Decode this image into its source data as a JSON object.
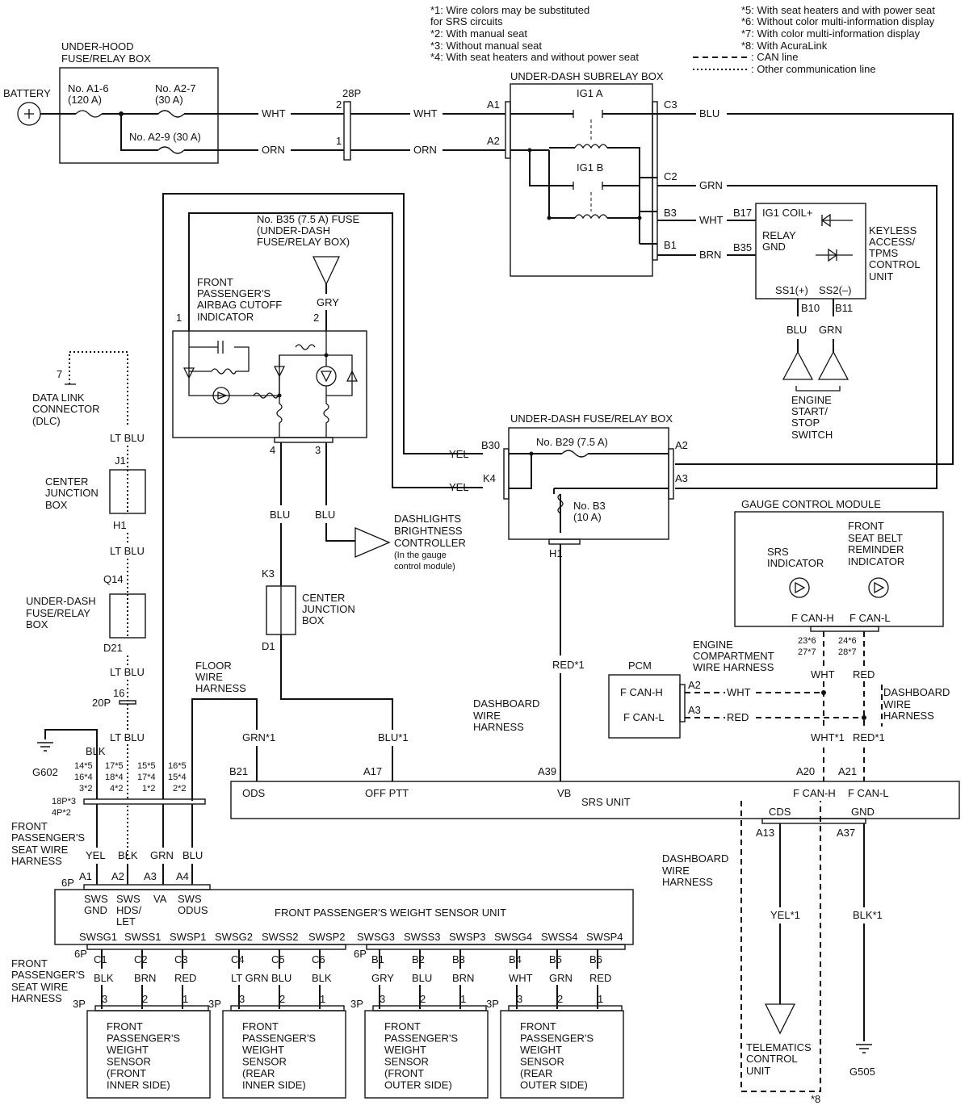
{
  "notes": {
    "left": [
      "*1:  Wire colors may be substituted",
      "      for SRS circuits",
      "*2:  With manual seat",
      "*3:  Without manual seat",
      "*4:  With seat heaters and without power seat"
    ],
    "right": [
      "*5: With seat heaters and with power seat",
      "*6: Without color multi-information display",
      "*7: With color multi-information display",
      "*8: With AcuraLink",
      ": CAN line",
      ": Other communication line"
    ]
  },
  "battery": {
    "label": "BATTERY"
  },
  "underhood": {
    "title1": "UNDER-HOOD",
    "title2": "FUSE/RELAY BOX",
    "a16a": "No. A1-6",
    "a16b": "(120 A)",
    "a27a": "No. A2-7",
    "a27b": "(30 A)",
    "a29": "No. A2-9 (30 A)",
    "wht": "WHT",
    "orn": "ORN"
  },
  "conn28": {
    "label": "28P",
    "p2": "2",
    "p1": "1",
    "wht": "WHT",
    "orn": "ORN"
  },
  "subrelay": {
    "title": "UNDER-DASH SUBRELAY BOX",
    "a1": "A1",
    "a2": "A2",
    "c3": "C3",
    "c2": "C2",
    "b3": "B3",
    "b1": "B1",
    "ig1a": "IG1 A",
    "ig1b": "IG1 B",
    "blu": "BLU",
    "grn": "GRN",
    "wht": "WHT",
    "brn": "BRN"
  },
  "keyless": {
    "b17": "B17",
    "b35": "B35",
    "coil": "IG1 COIL+",
    "relay": "RELAY",
    "gnd": "GND",
    "ss1": "SS1(+)",
    "ss2": "SS2(–)",
    "b10": "B10",
    "b11": "B11",
    "blu": "BLU",
    "grn": "GRN",
    "name": [
      "KEYLESS",
      "ACCESS/",
      "TPMS",
      "CONTROL",
      "UNIT"
    ],
    "sw": [
      "ENGINE",
      "START/",
      "STOP",
      "SWITCH"
    ]
  },
  "indicator": {
    "fuse": [
      "No. B35 (7.5 A) FUSE",
      "(UNDER-DASH",
      "FUSE/RELAY BOX)"
    ],
    "name": [
      "FRONT",
      "PASSENGER'S",
      "AIRBAG CUTOFF",
      "INDICATOR"
    ],
    "gry": "GRY",
    "p1": "1",
    "p2": "2",
    "p4": "4",
    "p3": "3"
  },
  "dimmer": {
    "blu1": "BLU",
    "blu2": "BLU",
    "name": [
      "DASHLIGHTS",
      "BRIGHTNESS",
      "CONTROLLER",
      "(In the gauge",
      "control module)"
    ]
  },
  "dlc": {
    "pin": "7",
    "name": [
      "DATA LINK",
      "CONNECTOR",
      "(DLC)"
    ]
  },
  "leftcol": {
    "ltblu1": "LT BLU",
    "j1": "J1",
    "cjb": [
      "CENTER",
      "JUNCTION",
      "BOX"
    ],
    "h1": "H1",
    "ltblu2": "LT BLU",
    "q14": "Q14",
    "udb": [
      "UNDER-DASH",
      "FUSE/RELAY",
      "BOX"
    ],
    "d21": "D21",
    "ltblu3": "LT BLU",
    "p16": "16",
    "p20": "20P",
    "ltblu4": "LT BLU"
  },
  "cjb2": {
    "k3": "K3",
    "d1": "D1",
    "name": [
      "CENTER",
      "JUNCTION",
      "BOX"
    ]
  },
  "udfuse": {
    "title": "UNDER-DASH FUSE/RELAY BOX",
    "b30": "B30",
    "k4": "K4",
    "a2": "A2",
    "a3": "A3",
    "h1": "H1",
    "b29": "No. B29 (7.5 A)",
    "b3a": "No. B3",
    "b3b": "(10 A)",
    "yel1": "YEL",
    "yel2": "YEL"
  },
  "gauge": {
    "title": "GAUGE CONTROL MODULE",
    "srs": [
      "SRS",
      "INDICATOR"
    ],
    "belt": [
      "FRONT",
      "SEAT BELT",
      "REMINDER",
      "INDICATOR"
    ],
    "fcanh": "F CAN-H",
    "fcanl": "F CAN-L",
    "p23": "23*6",
    "p27": "27*7",
    "p24": "24*6",
    "p28": "28*7"
  },
  "eng": {
    "name": [
      "ENGINE",
      "COMPARTMENT",
      "WIRE HARNESS"
    ],
    "wht": "WHT",
    "red": "RED"
  },
  "pcm": {
    "title": "PCM",
    "fcanh": "F CAN-H",
    "fcanl": "F CAN-L",
    "a2": "A2",
    "a3": "A3",
    "wht": "WHT",
    "red": "RED"
  },
  "dash1": [
    "DASHBOARD",
    "WIRE",
    "HARNESS"
  ],
  "dash2": [
    "DASHBOARD",
    "WIRE",
    "HARNESS"
  ],
  "dash3": [
    "DASHBOARD",
    "WIRE",
    "HARNESS"
  ],
  "red1": "RED*1",
  "floor": [
    "FLOOR",
    "WIRE",
    "HARNESS"
  ],
  "srs": {
    "name": "SRS UNIT",
    "b21": "B21",
    "a17": "A17",
    "a39": "A39",
    "a20": "A20",
    "a21": "A21",
    "a13": "A13",
    "a37": "A37",
    "ods": "ODS",
    "offptt": "OFF PTT",
    "vb": "VB",
    "fcanh": "F CAN-H",
    "fcanl": "F CAN-L",
    "cds": "CDS",
    "gnd": "GND",
    "grn1": "GRN*1",
    "blu1": "BLU*1",
    "wht1": "WHT*1",
    "red1": "RED*1",
    "yel1": "YEL*1",
    "blk1": "BLK*1"
  },
  "seatconn": {
    "blk": "BLK",
    "c1": [
      "14*5",
      "16*4",
      "3*2"
    ],
    "c2": [
      "17*5",
      "18*4",
      "4*2"
    ],
    "c3": [
      "15*5",
      "17*4",
      "1*2"
    ],
    "c4": [
      "16*5",
      "15*4",
      "2*2"
    ],
    "p18": "18P*3",
    "p4": "4P*2",
    "g602": "G602",
    "harness": [
      "FRONT",
      "PASSENGER'S",
      "SEAT WIRE",
      "HARNESS"
    ],
    "colors": [
      "YEL",
      "BLK",
      "GRN",
      "BLU"
    ],
    "p6": "6P",
    "pins": [
      "A1",
      "A2",
      "A3",
      "A4"
    ]
  },
  "wsu": {
    "name": "FRONT PASSENGER'S WEIGHT SENSOR UNIT",
    "top": [
      "SWS",
      "SWS",
      "VA",
      "SWS"
    ],
    "top2": [
      "GND",
      "HDS/",
      "",
      "ODUS"
    ],
    "top3": [
      "",
      "LET",
      "",
      ""
    ],
    "bottom": [
      "SWSG1",
      "SWSS1",
      "SWSP1",
      "SWSG2",
      "SWSS2",
      "SWSP2",
      "SWSG3",
      "SWSS3",
      "SWSP3",
      "SWSG4",
      "SWSS4",
      "SWSP4"
    ],
    "p6a": "6P",
    "p6b": "6P",
    "pins": [
      "C1",
      "C2",
      "C3",
      "C4",
      "C5",
      "C6",
      "B1",
      "B2",
      "B3",
      "B4",
      "B5",
      "B6"
    ],
    "colors": [
      "BLK",
      "BRN",
      "RED",
      "LT GRN",
      "BLU",
      "BLK",
      "GRY",
      "BLU",
      "BRN",
      "WHT",
      "GRN",
      "RED"
    ],
    "harness": [
      "FRONT",
      "PASSENGER'S",
      "SEAT WIRE",
      "HARNESS"
    ]
  },
  "sensors": {
    "p3": "3P",
    "nums": [
      "3",
      "2",
      "1"
    ],
    "s1": [
      "FRONT",
      "PASSENGER'S",
      "WEIGHT",
      "SENSOR",
      "(FRONT",
      "INNER SIDE)"
    ],
    "s2": [
      "FRONT",
      "PASSENGER'S",
      "WEIGHT",
      "SENSOR",
      "(REAR",
      "INNER SIDE)"
    ],
    "s3": [
      "FRONT",
      "PASSENGER'S",
      "WEIGHT",
      "SENSOR",
      "(FRONT",
      "OUTER SIDE)"
    ],
    "s4": [
      "FRONT",
      "PASSENGER'S",
      "WEIGHT",
      "SENSOR",
      "(REAR",
      "OUTER SIDE)"
    ]
  },
  "telematics": {
    "name": [
      "TELEMATICS",
      "CONTROL",
      "UNIT"
    ],
    "note": "*8"
  },
  "g505": "G505"
}
